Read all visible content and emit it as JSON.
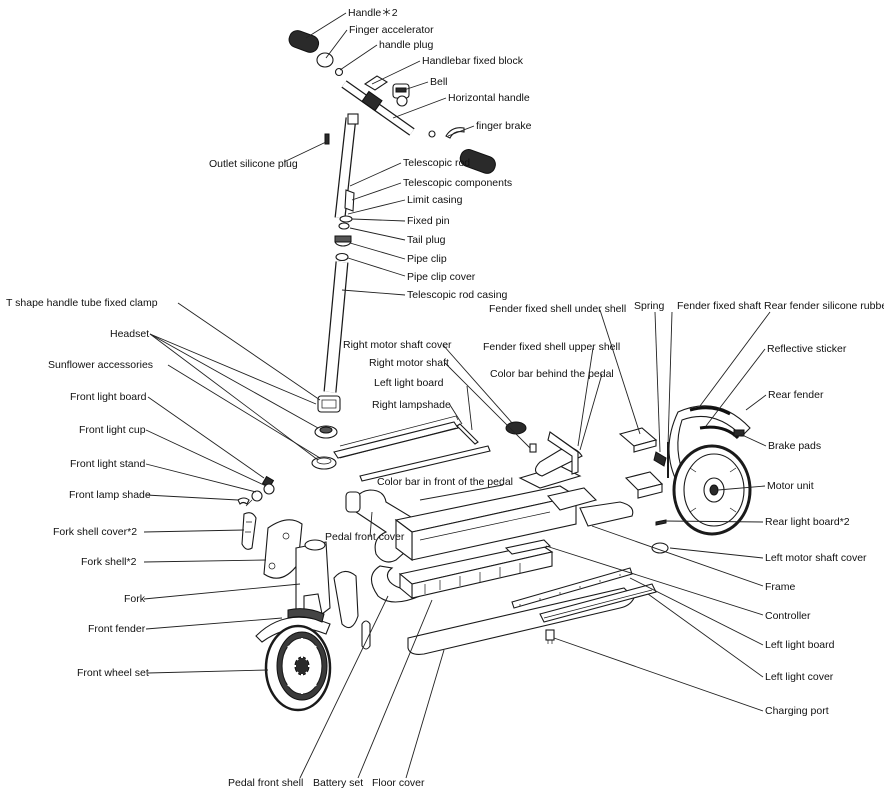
{
  "labels": {
    "handle": "Handle＊2",
    "finger_accelerator": "Finger accelerator",
    "handle_plug": "handle plug",
    "handlebar_fixed_block": "Handlebar fixed block",
    "bell": "Bell",
    "horizontal_handle": "Horizontal handle",
    "finger_brake": "finger brake",
    "outlet_silicone_plug": "Outlet silicone plug",
    "telescopic_rod": "Telescopic rod",
    "telescopic_components": "Telescopic components",
    "limit_casing": "Limit casing",
    "fixed_pin": "Fixed pin",
    "tail_plug": "Tail plug",
    "pipe_clip": "Pipe clip",
    "pipe_clip_cover": "Pipe clip cover",
    "telescopic_rod_casing": "Telescopic rod casing",
    "t_shape_clamp": "T shape handle tube fixed clamp",
    "headset": "Headset",
    "sunflower_accessories": "Sunflower accessories",
    "front_light_board": "Front light board",
    "front_light_cup": "Front light cup",
    "front_light_stand": "Front light stand",
    "front_lamp_shade": "Front lamp shade",
    "fork_shell_cover": "Fork shell cover*2",
    "fork_shell": "Fork shell*2",
    "fork": "Fork",
    "front_fender": "Front fender",
    "front_wheel_set": "Front wheel set",
    "pedal_front_shell": "Pedal front shell",
    "battery_set": "Battery set",
    "floor_cover": "Floor cover",
    "pedal_front_cover": "Pedal front cover",
    "color_bar_front": "Color bar in front of the pedal",
    "right_motor_shaft_cover": "Right motor shaft cover",
    "right_motor_shaft": "Right motor shaft",
    "left_light_board_top": "Left light board",
    "right_lampshade": "Right lampshade",
    "fender_fixed_shell_under": "Fender fixed shell under shell",
    "fender_fixed_shell_upper": "Fender fixed shell upper shell",
    "color_bar_behind": "Color bar behind the pedal",
    "spring": "Spring",
    "fender_fixed_shaft": "Fender fixed shaft",
    "rear_fender_silicone_rubber": "Rear fender silicone rubber",
    "reflective_sticker": "Reflective sticker",
    "rear_fender": "Rear fender",
    "brake_pads": "Brake pads",
    "motor_unit": "Motor unit",
    "rear_light_board": "Rear light board*2",
    "left_motor_shaft_cover": "Left motor shaft cover",
    "frame": "Frame",
    "controller": "Controller",
    "left_light_board": "Left light board",
    "left_light_cover": "Left light cover",
    "charging_port": "Charging port"
  }
}
